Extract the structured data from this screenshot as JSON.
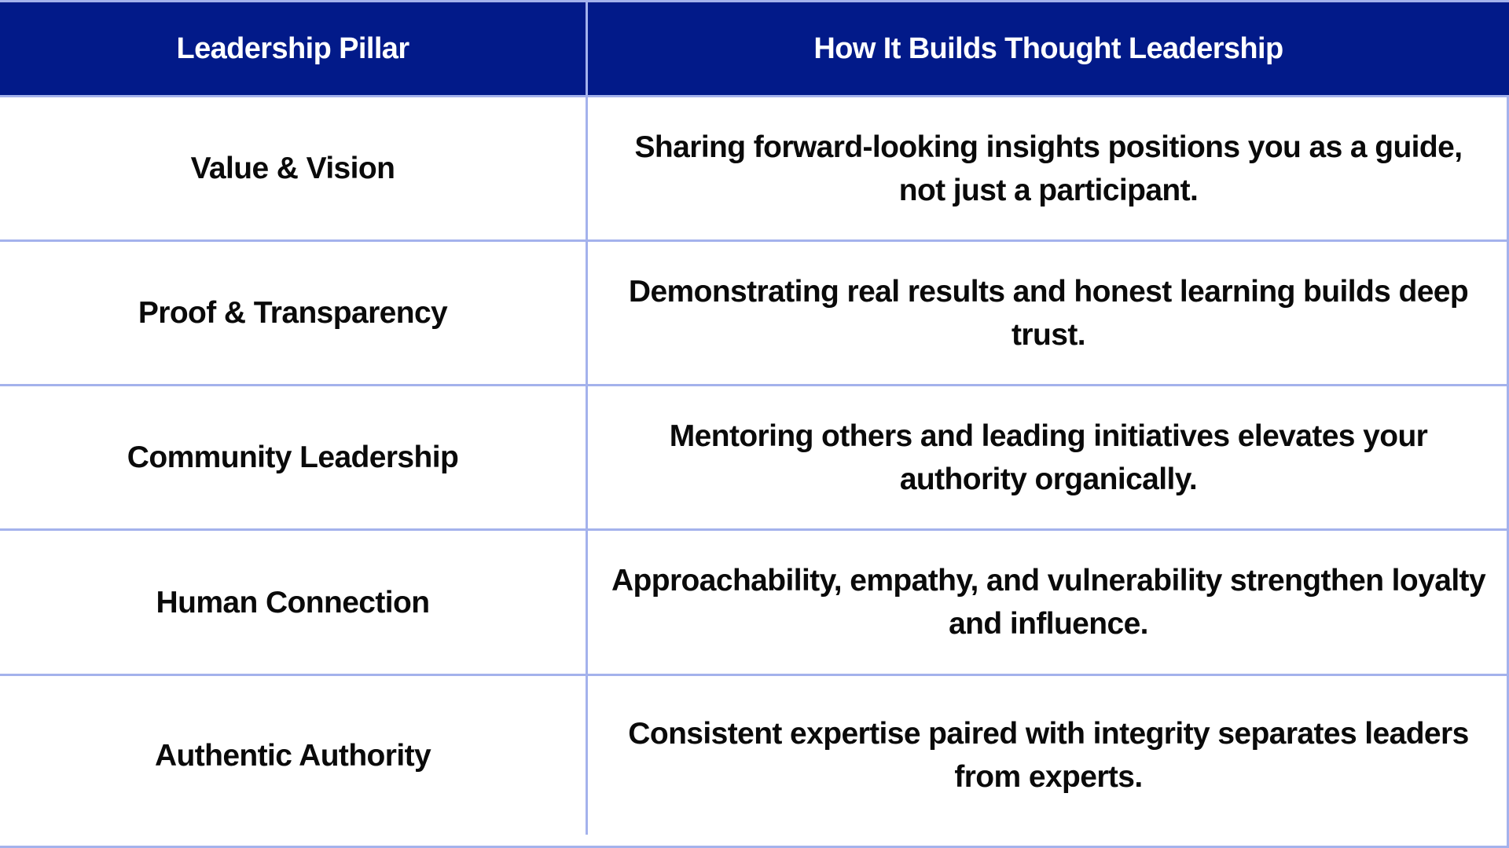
{
  "table": {
    "headers": [
      "Leadership Pillar",
      "How It Builds Thought Leadership"
    ],
    "rows": [
      {
        "pillar": "Value & Vision",
        "description": "Sharing forward-looking insights positions you as a guide, not just a participant."
      },
      {
        "pillar": "Proof & Transparency",
        "description": "Demonstrating real results and honest learning builds deep trust."
      },
      {
        "pillar": "Community Leadership",
        "description": "Mentoring others and leading initiatives elevates your authority organically."
      },
      {
        "pillar": "Human Connection",
        "description": "Approachability, empathy, and vulnerability strengthen loyalty and influence."
      },
      {
        "pillar": "Authentic Authority",
        "description": "Consistent expertise paired with integrity separates leaders from experts."
      }
    ]
  },
  "colors": {
    "header_background": "#021a89",
    "header_text": "#ffffff",
    "border": "#a4b2ec",
    "body_text": "#0a0a0a"
  }
}
